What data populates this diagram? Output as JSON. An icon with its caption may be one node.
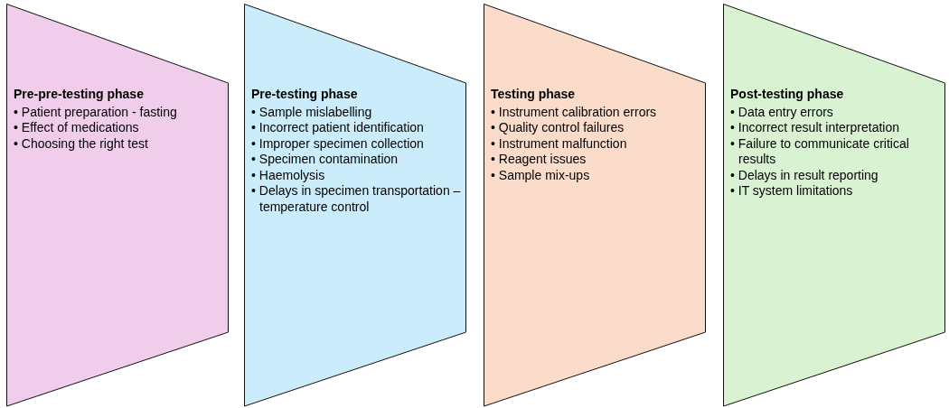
{
  "diagram": {
    "nodes": [
      {
        "text": [
          "Pre-pre-testing phase",
          "• Patient preparation - fasting",
          "• Effect of medications",
          "• Choosing the right test"
        ]
      },
      {
        "text": [
          "Pre-testing phase",
          "• Sample mislabelling",
          "• Incorrect patient identification",
          "• Improper specimen collection",
          "• Specimen contamination",
          "• Haemolysis",
          "• Delays in specimen transportation – temperature control"
        ]
      },
      {
        "text": [
          "Testing phase",
          "• Instrument calibration errors",
          "• Quality control failures",
          "• Instrument malfunction",
          "• Reagent issues",
          "• Sample mix-ups"
        ]
      },
      {
        "text": [
          "Post-testing phase",
          "• Data entry errors",
          "• Incorrect result interpretation",
          "• Failure to communicate critical results",
          "• Delays in result reporting",
          "• IT system limitations"
        ]
      }
    ]
  }
}
